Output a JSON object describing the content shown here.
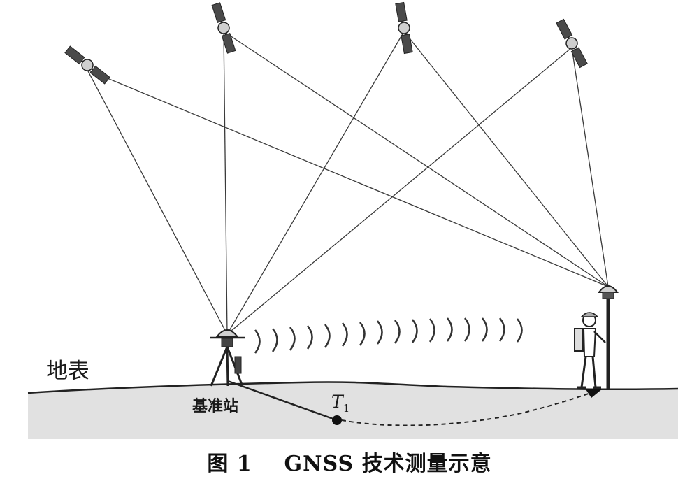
{
  "labels": {
    "surface": "地表",
    "base_station": "基准站",
    "point_name": "T",
    "point_sub": "1"
  },
  "caption": {
    "figure_no": "图 1",
    "title": "GNSS 技术测量示意"
  },
  "colors": {
    "ground": "#e1e1e1",
    "line": "#3a3a3a",
    "satellite_panel": "#4a4a4a"
  },
  "icons": [
    "satellite-icon",
    "tripod-receiver-icon",
    "surveyor-icon",
    "radio-wave-icon"
  ]
}
